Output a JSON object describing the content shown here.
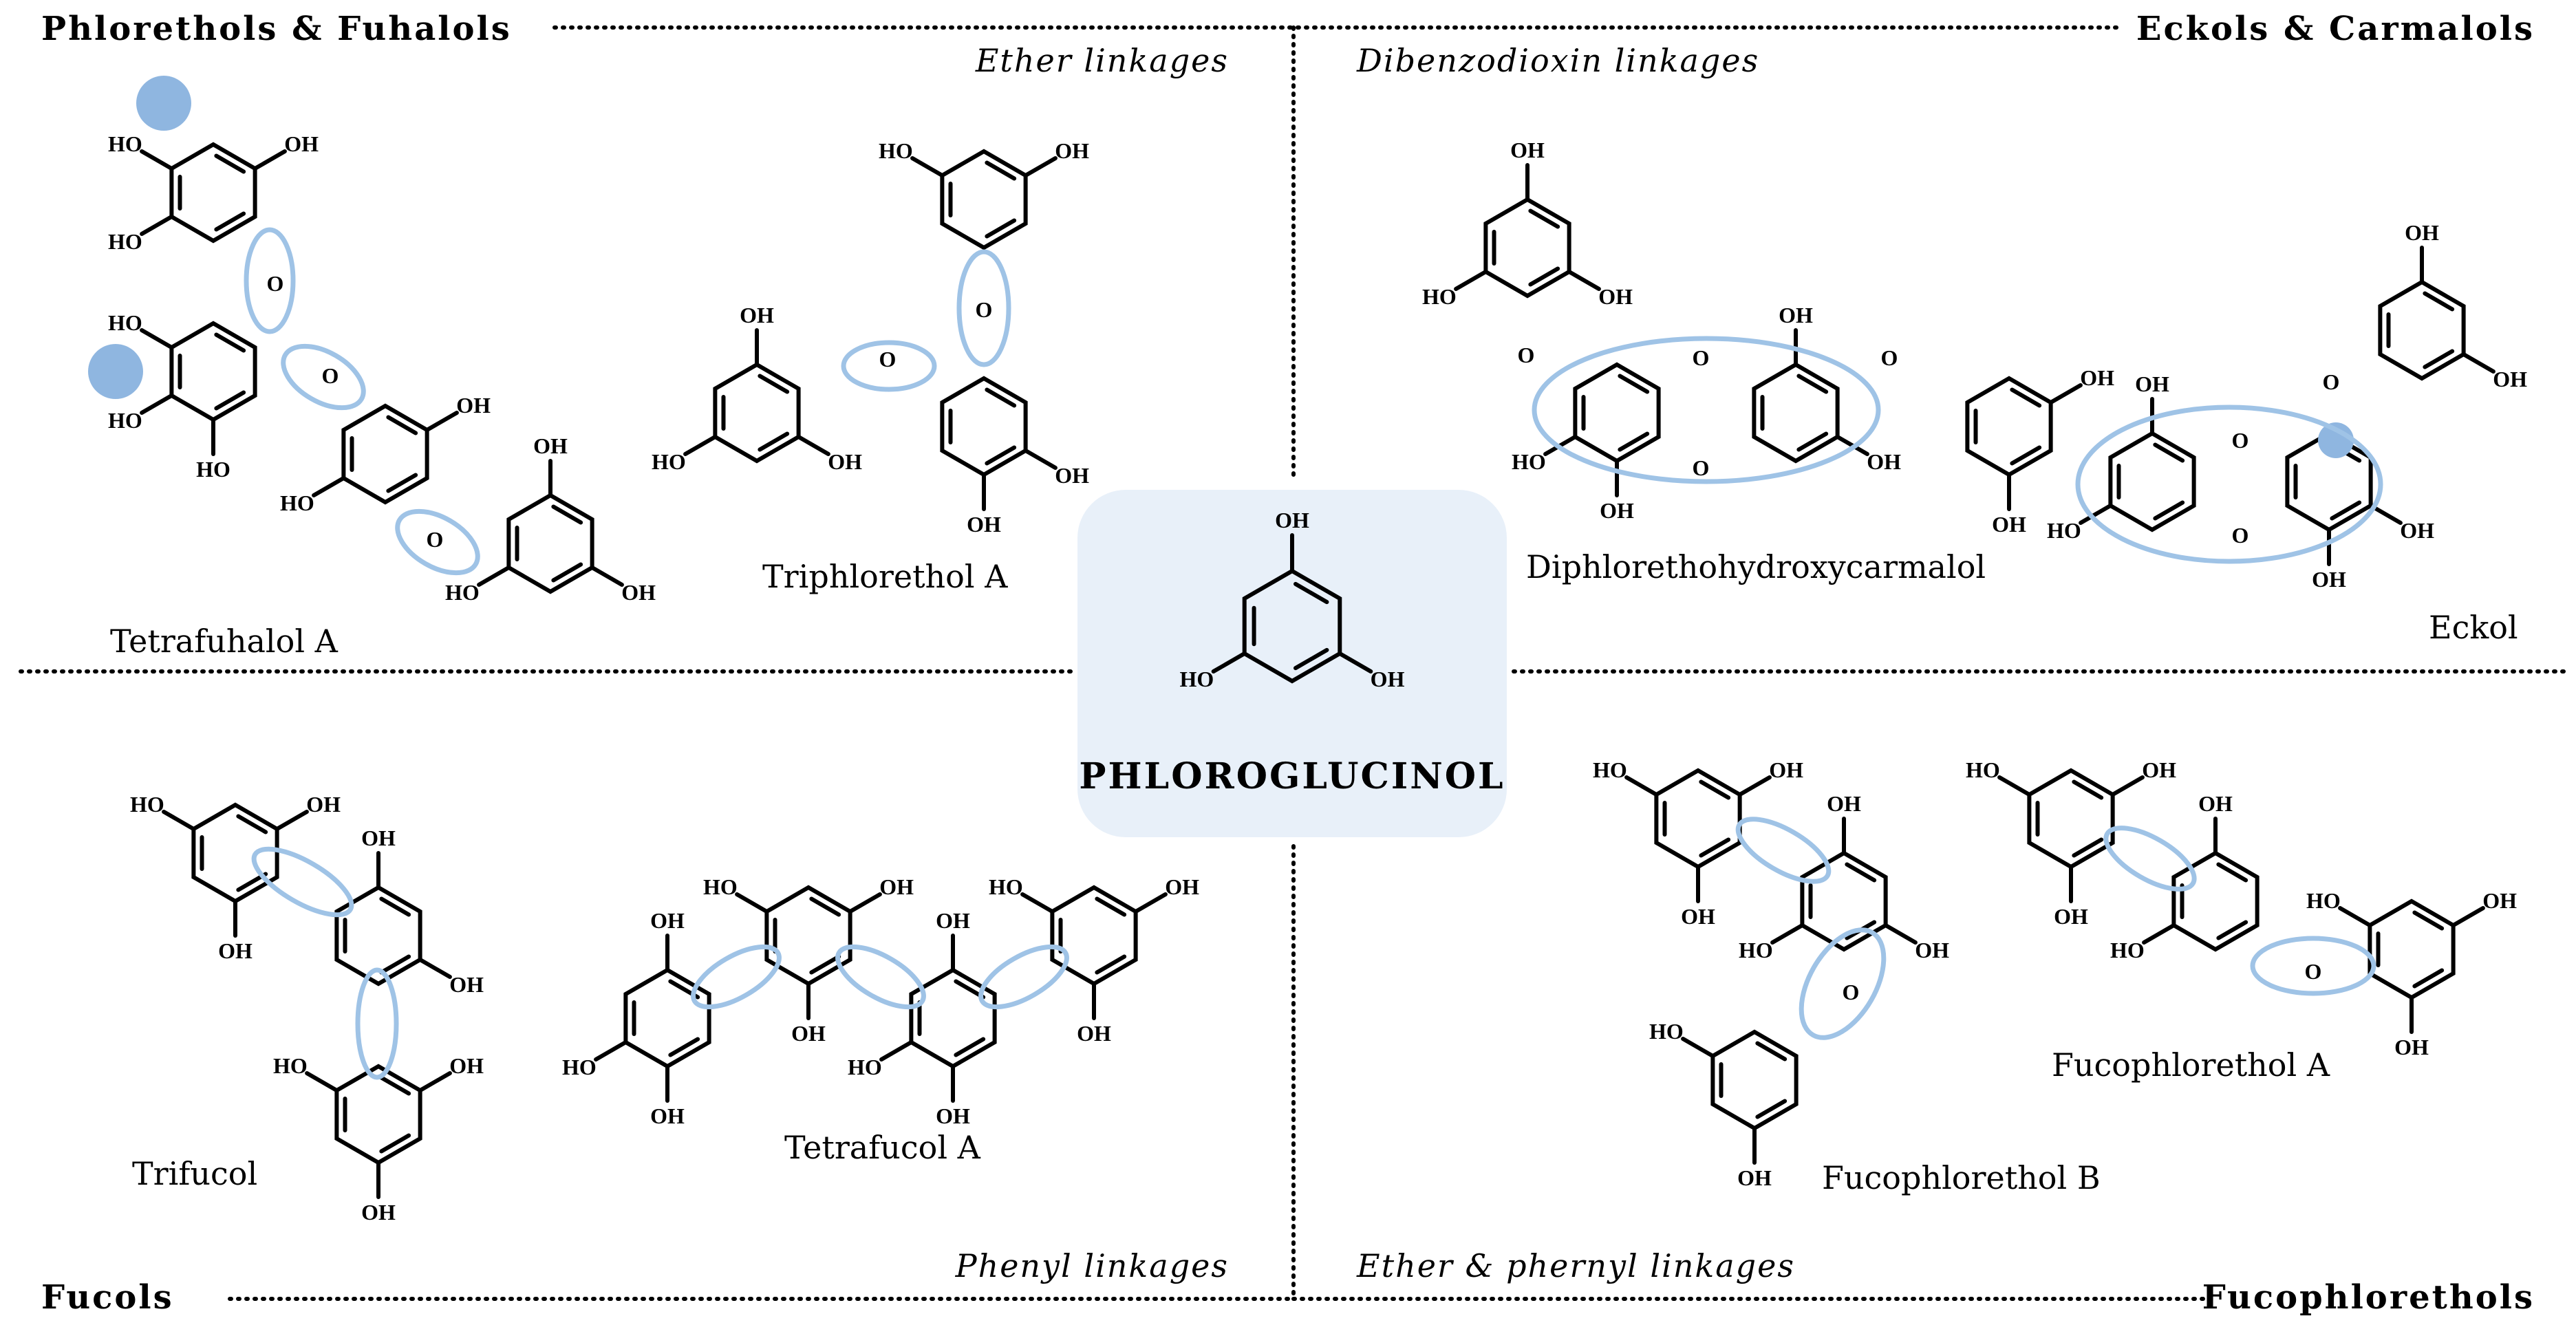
{
  "figure": {
    "quadrants": {
      "top_left": {
        "title": "Phlorethols & Fuhalols",
        "linkage": "Ether linkages"
      },
      "top_right": {
        "title": "Eckols & Carmalols",
        "linkage": "Dibenzodioxin linkages"
      },
      "bottom_left": {
        "title": "Fucols",
        "linkage": "Phenyl linkages"
      },
      "bottom_right": {
        "title": "Fucophlorethols",
        "linkage": "Ether & phernyl linkages"
      }
    },
    "center": {
      "name": "PHLOROGLUCINOL"
    },
    "compounds": {
      "tetrafuhalol": "Tetrafuhalol A",
      "triphlorethol": "Triphlorethol A",
      "diphlorethohydroxycarmalol": "Diphlorethohydroxycarmalol",
      "eckol": "Eckol",
      "trifucol": "Trifucol",
      "tetrafucol": "Tetrafucol A",
      "fucophlorethol_b": "Fucophlorethol B",
      "fucophlorethol_a": "Fucophlorethol A"
    },
    "atoms": {
      "hydroxyl": "HO",
      "hydroxyl_right": "OH",
      "oxygen": "O"
    },
    "colors": {
      "highlight": "#9fc3e6",
      "center_box": "#e8f0f9",
      "separator": "#000000"
    }
  }
}
